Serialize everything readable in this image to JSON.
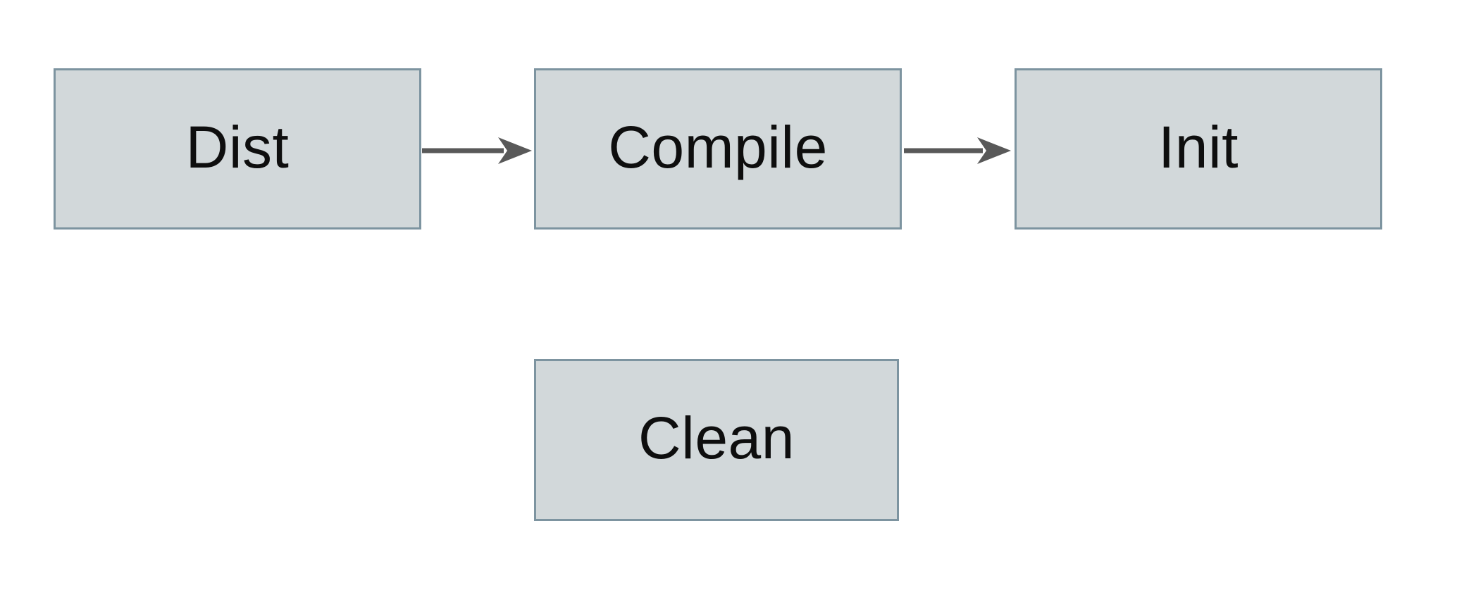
{
  "diagram": {
    "type": "flowchart",
    "nodes": [
      {
        "id": "dist",
        "label": "Dist"
      },
      {
        "id": "compile",
        "label": "Compile"
      },
      {
        "id": "init",
        "label": "Init"
      },
      {
        "id": "clean",
        "label": "Clean"
      }
    ],
    "edges": [
      {
        "from": "Dist",
        "to": "Compile",
        "style": "solid-arrow",
        "direction": "right"
      },
      {
        "from": "Compile",
        "to": "Init",
        "style": "solid-arrow",
        "direction": "right"
      }
    ],
    "colors": {
      "node_fill": "#d2d8da",
      "node_border": "#7d94a0",
      "arrow": "#595959",
      "text": "#0e0e0e",
      "background": "#ffffff"
    }
  }
}
